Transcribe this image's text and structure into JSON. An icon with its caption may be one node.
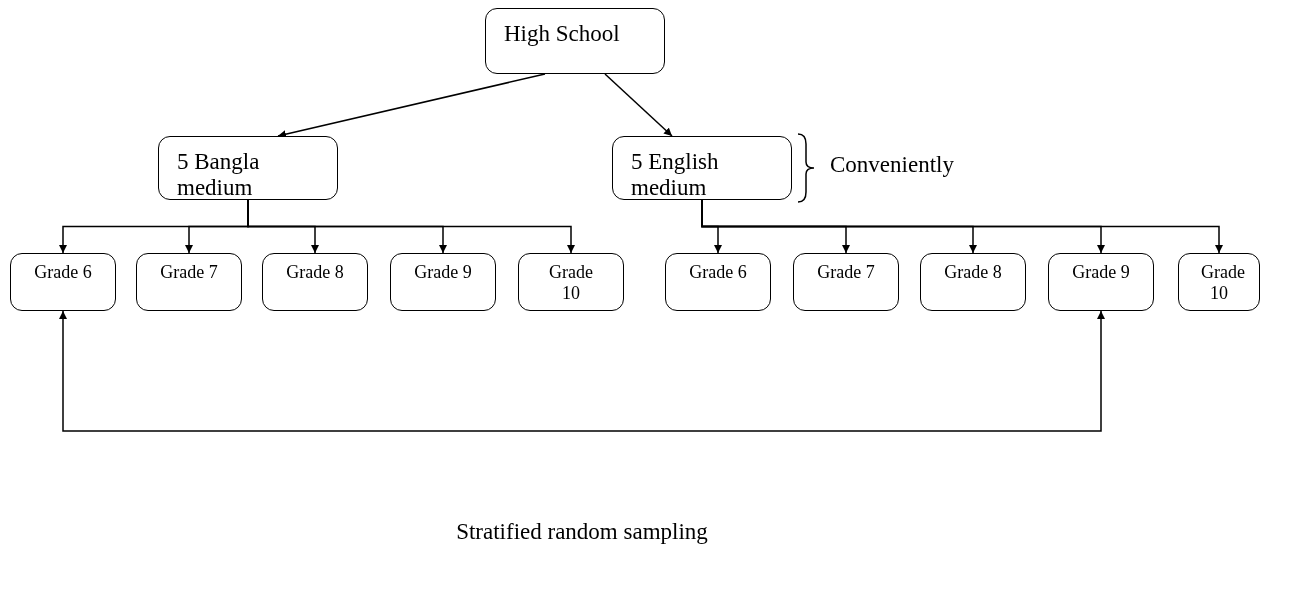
{
  "diagram": {
    "nodes": [
      {
        "text": [
          "High School"
        ]
      },
      {
        "text": [
          "5 Bangla medium"
        ]
      },
      {
        "text": [
          "5 English medium"
        ],
        "beside": [
          "Conveniently"
        ]
      },
      {
        "text": [
          "Grade 6"
        ]
      },
      {
        "text": [
          "Grade 7"
        ]
      },
      {
        "text": [
          "Grade 8"
        ]
      },
      {
        "text": [
          "Grade 9"
        ]
      },
      {
        "text": [
          "Grade 10"
        ]
      },
      {
        "text": [
          "Grade 6"
        ]
      },
      {
        "text": [
          "Grade 7"
        ]
      },
      {
        "text": [
          "Grade 8"
        ]
      },
      {
        "text": [
          "Grade 9"
        ]
      },
      {
        "text": [
          "Grade 10"
        ]
      }
    ],
    "edges": [
      {
        "from": 0,
        "to": 1,
        "arrow": "to"
      },
      {
        "from": 0,
        "to": 2,
        "arrow": "to"
      },
      {
        "from": 1,
        "to": 3,
        "arrow": "to"
      },
      {
        "from": 1,
        "to": 4,
        "arrow": "to"
      },
      {
        "from": 1,
        "to": 5,
        "arrow": "to"
      },
      {
        "from": 1,
        "to": 6,
        "arrow": "to"
      },
      {
        "from": 1,
        "to": 7,
        "arrow": "to"
      },
      {
        "from": 2,
        "to": 8,
        "arrow": "to"
      },
      {
        "from": 2,
        "to": 9,
        "arrow": "to"
      },
      {
        "from": 2,
        "to": 10,
        "arrow": "to"
      },
      {
        "from": 2,
        "to": 11,
        "arrow": "to"
      },
      {
        "from": 2,
        "to": 12,
        "arrow": "to"
      },
      {
        "from": 3,
        "to": 11,
        "arrow": "both",
        "label": "Stratified random sampling"
      }
    ]
  }
}
